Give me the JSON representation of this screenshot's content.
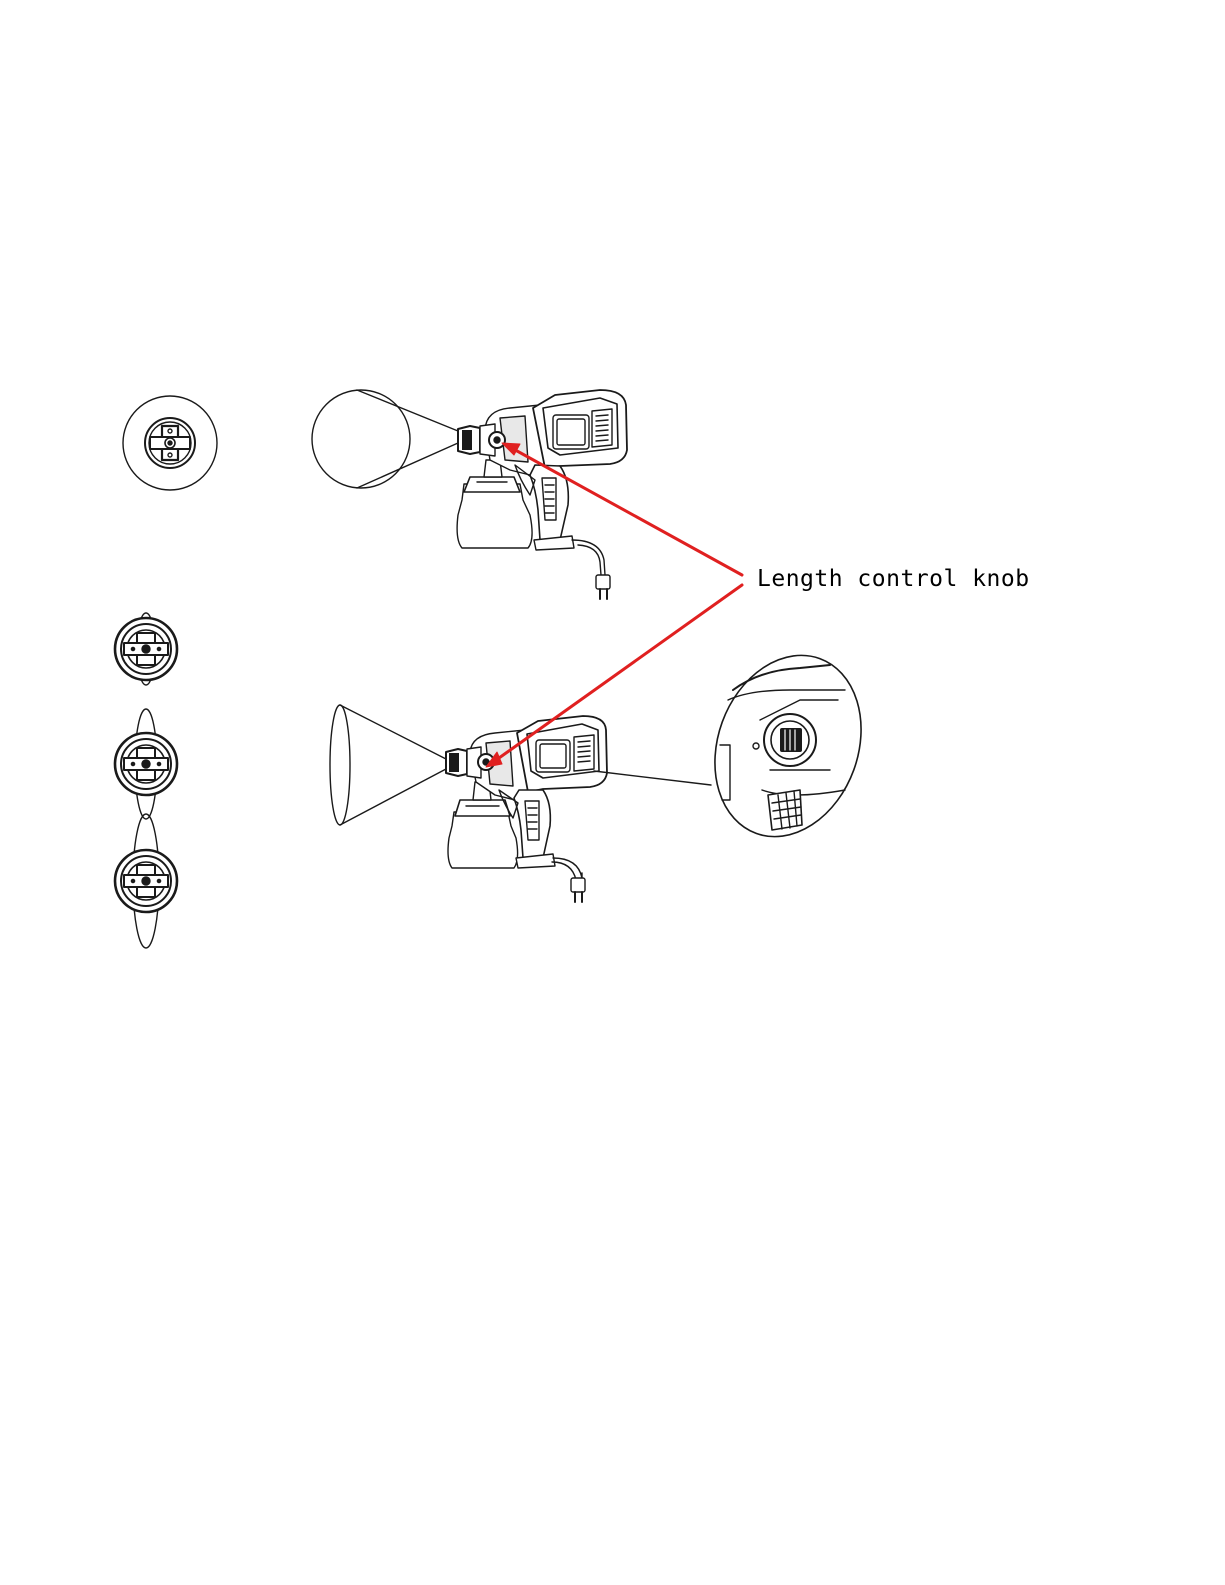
{
  "callout": {
    "label": "Length control knob",
    "arrow_color": "#e02020"
  },
  "figures": {
    "nozzle_views": [
      "round-pattern-nozzle",
      "horizontal-fan-small",
      "horizontal-fan-medium",
      "horizontal-fan-large"
    ],
    "spray_guns": [
      "spray-gun-round-pattern",
      "spray-gun-fan-pattern"
    ],
    "detail_view": "knob-detail-magnified"
  },
  "colors": {
    "line": "#1a1a1a",
    "background": "#ffffff"
  }
}
